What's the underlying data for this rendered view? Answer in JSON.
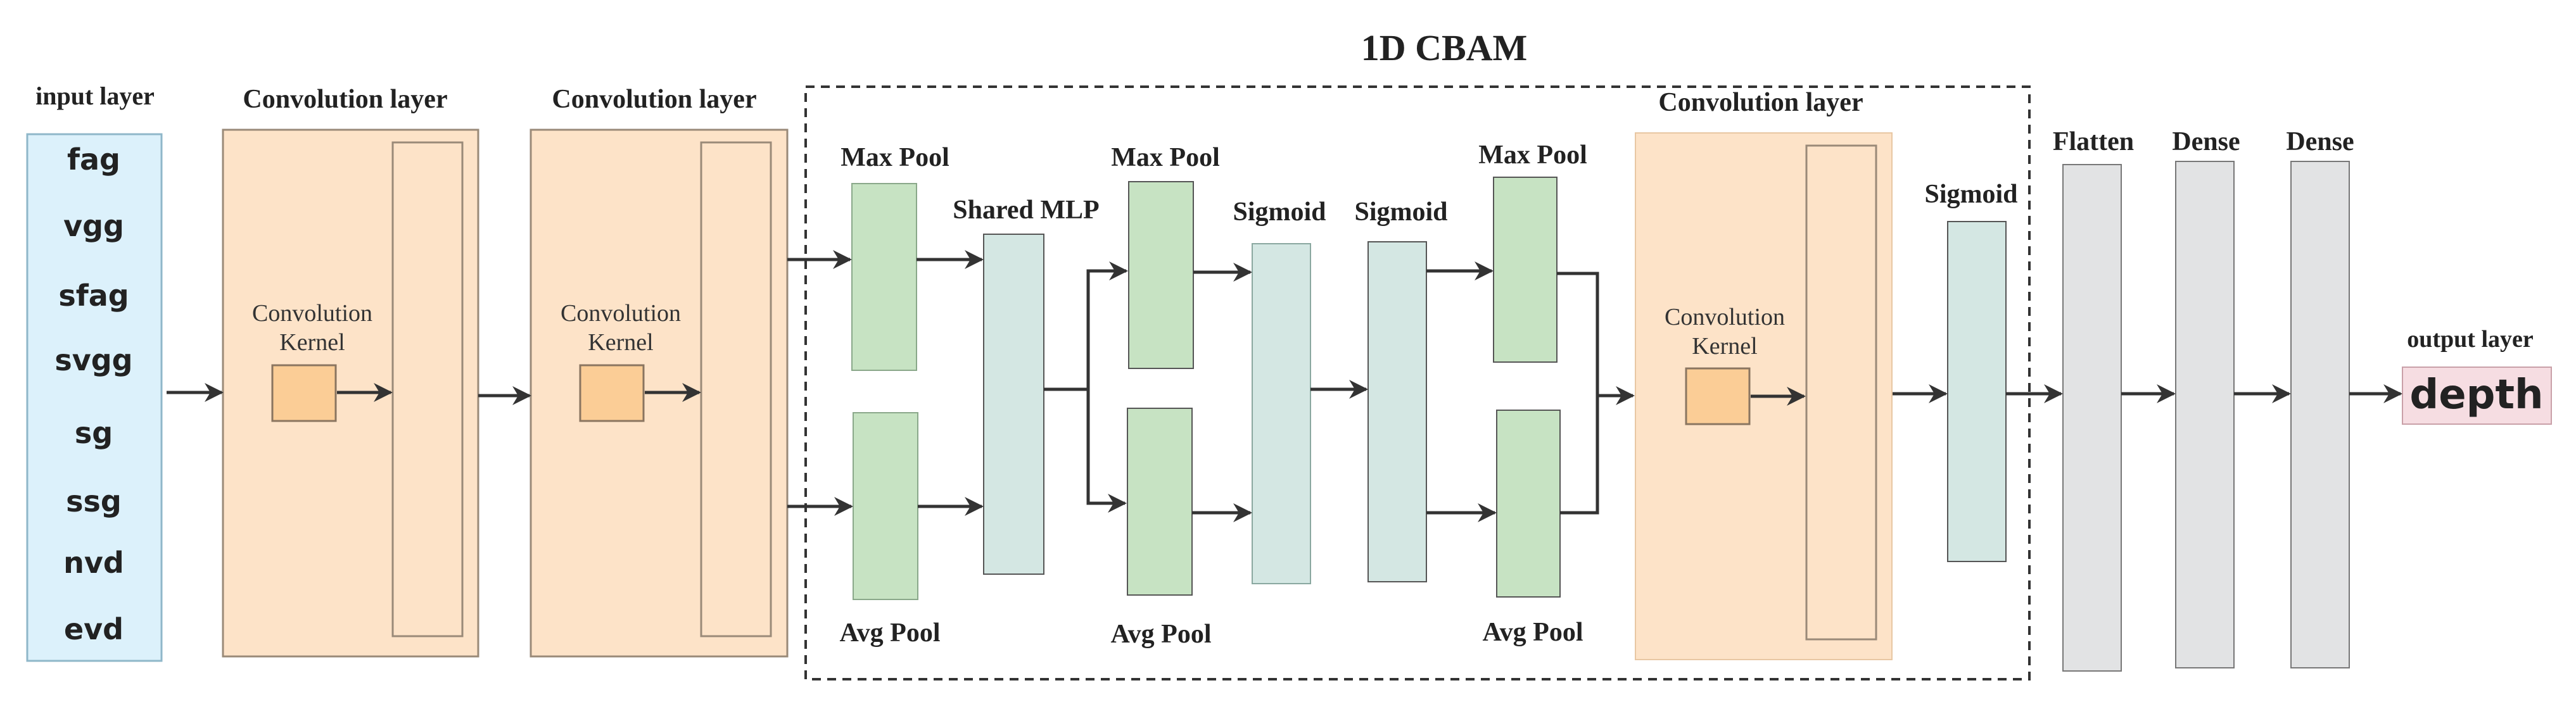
{
  "title": "1D CBAM",
  "input_layer": {
    "label": "input layer",
    "features": [
      "fag",
      "vgg",
      "sfag",
      "svgg",
      "sg",
      "ssg",
      "nvd",
      "evd"
    ]
  },
  "conv1": {
    "label": "Convolution layer",
    "kernel_line1": "Convolution",
    "kernel_line2": "Kernel"
  },
  "conv2": {
    "label": "Convolution layer",
    "kernel_line1": "Convolution",
    "kernel_line2": "Kernel"
  },
  "channel_attention": {
    "max_pool": "Max Pool",
    "avg_pool": "Avg Pool",
    "shared_mlp": "Shared MLP",
    "max_pool_2": "Max Pool",
    "avg_pool_2": "Avg Pool",
    "sigmoid": "Sigmoid"
  },
  "spatial_attention": {
    "sigmoid": "Sigmoid",
    "max_pool": "Max Pool",
    "avg_pool": "Avg Pool",
    "conv_label": "Convolution layer",
    "kernel_line1": "Convolution",
    "kernel_line2": "Kernel",
    "sigmoid_2": "Sigmoid"
  },
  "flatten": "Flatten",
  "dense_1": "Dense",
  "dense_2": "Dense",
  "output_layer": {
    "label": "output layer",
    "value": "depth"
  },
  "colors": {
    "input_fill": "#dcf1fb",
    "input_stroke": "#8fb7c9",
    "conv_fill": "#fde3c8",
    "conv_stroke": "#9a8a78",
    "kernel_fill": "#fbcd96",
    "pool_fill": "#c7e3c3",
    "mlp_fill": "#d4e7e3",
    "dense_fill": "#e2e3e4",
    "output_fill": "#f6dde2",
    "arrow": "#333333"
  }
}
